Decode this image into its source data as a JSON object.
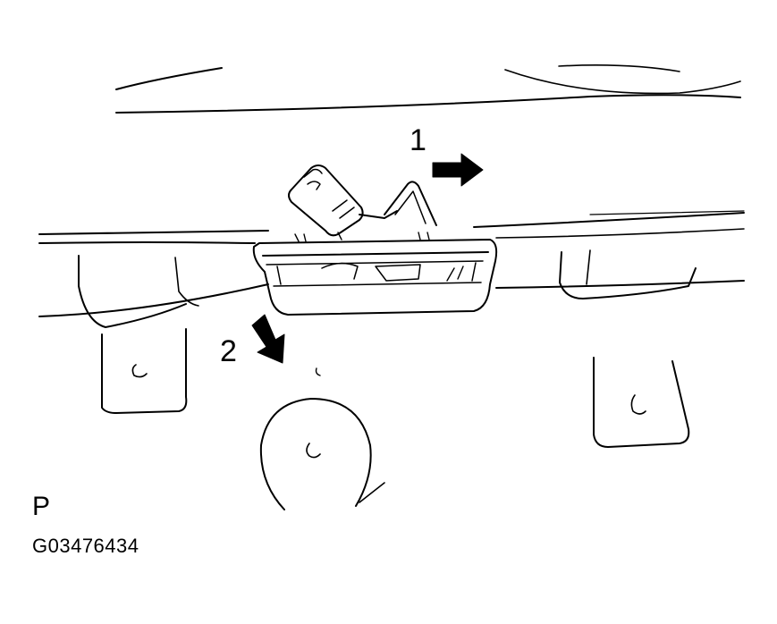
{
  "callouts": {
    "step_1": "1",
    "step_2": "2"
  },
  "view_label": "P",
  "figure_code": "G03476434",
  "colors": {
    "line": "#000000",
    "background": "#ffffff"
  },
  "arrows": [
    {
      "step": "1",
      "direction": "right"
    },
    {
      "step": "2",
      "direction": "down-right"
    }
  ]
}
